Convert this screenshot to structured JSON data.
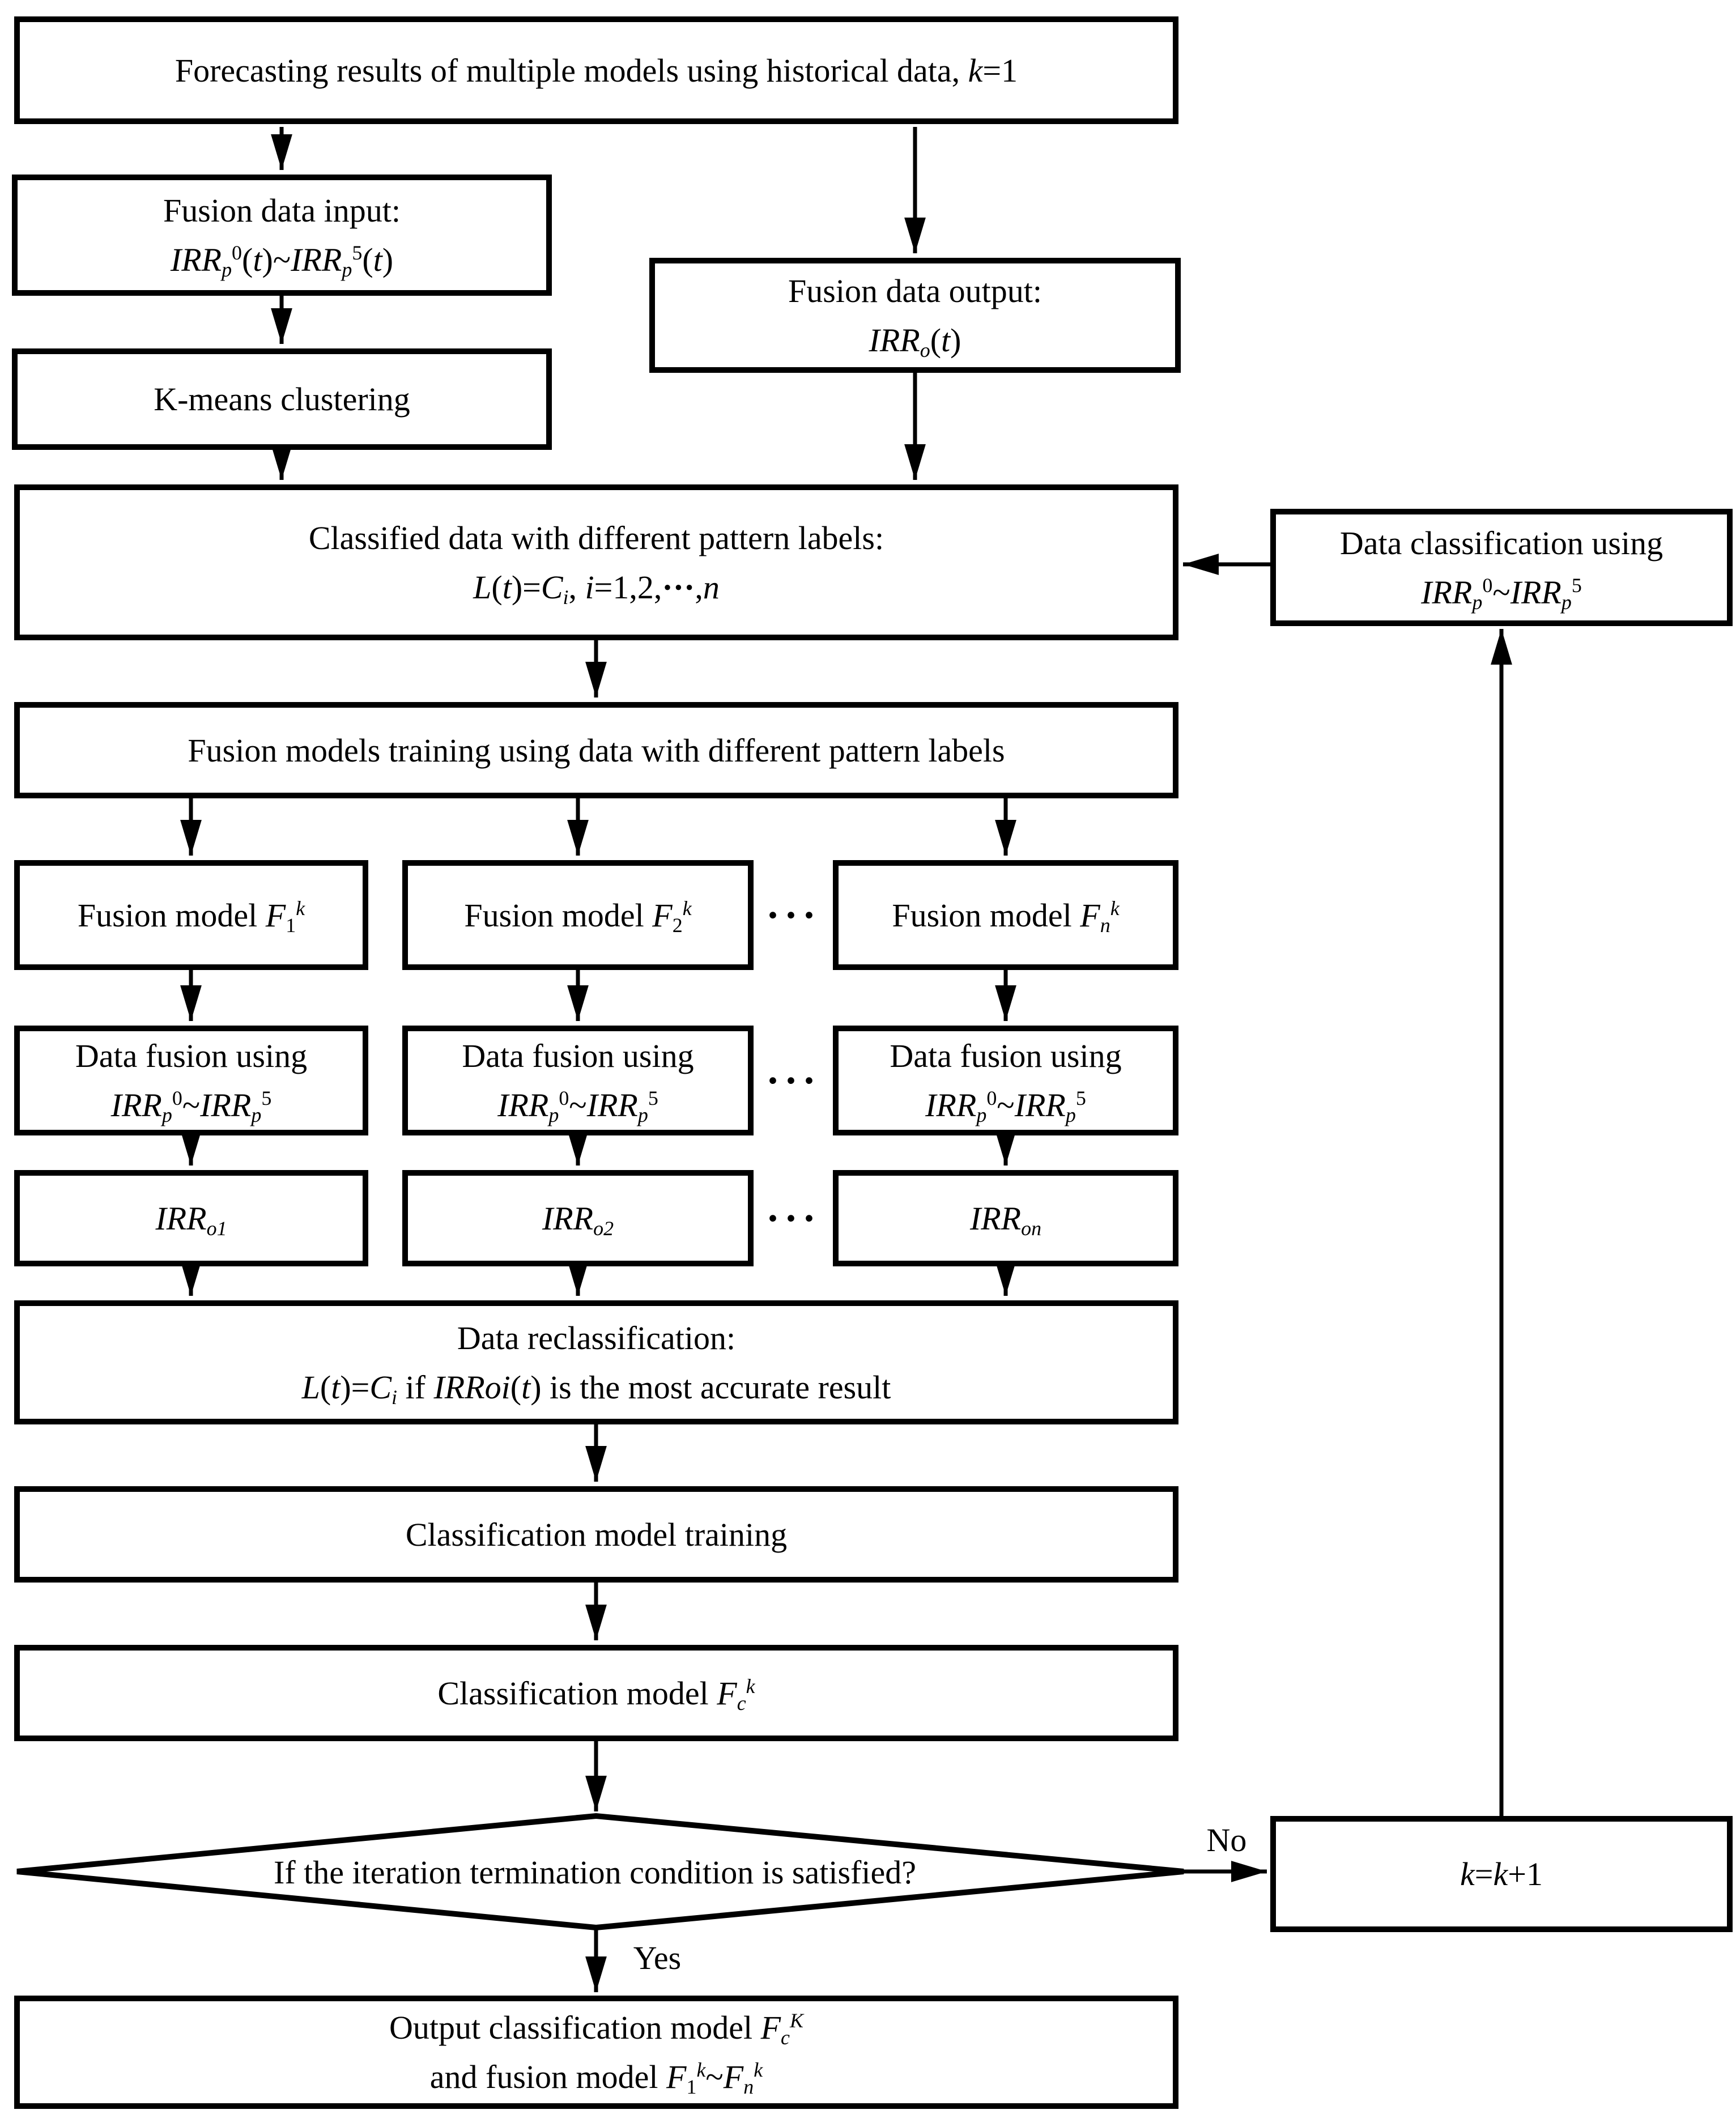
{
  "colors": {
    "line": "#000000",
    "background": "#ffffff"
  },
  "labels": {
    "no": "No",
    "yes": "Yes",
    "ellipsis": "···"
  },
  "nodes": {
    "forecasting": {
      "lines": [
        [
          {
            "t": "Forecasting results of multiple models using historical data, "
          },
          {
            "t": "k",
            "s": "i"
          },
          {
            "t": "=1"
          }
        ]
      ]
    },
    "fusion_input": {
      "lines": [
        [
          {
            "t": "Fusion data input:"
          }
        ],
        [
          {
            "t": "IRR",
            "s": "i"
          },
          {
            "t": "p",
            "s": "i sub"
          },
          {
            "t": "0",
            "s": "sup"
          },
          {
            "t": "("
          },
          {
            "t": "t",
            "s": "i"
          },
          {
            "t": ")~"
          },
          {
            "t": "IRR",
            "s": "i"
          },
          {
            "t": "p",
            "s": "i sub"
          },
          {
            "t": "5",
            "s": "sup"
          },
          {
            "t": "("
          },
          {
            "t": "t",
            "s": "i"
          },
          {
            "t": ")"
          }
        ]
      ]
    },
    "fusion_output": {
      "lines": [
        [
          {
            "t": "Fusion data output:"
          }
        ],
        [
          {
            "t": "IRR",
            "s": "i"
          },
          {
            "t": "o",
            "s": "i sub"
          },
          {
            "t": "("
          },
          {
            "t": "t",
            "s": "i"
          },
          {
            "t": ")"
          }
        ]
      ]
    },
    "kmeans": {
      "lines": [
        [
          {
            "t": "K-means clustering"
          }
        ]
      ]
    },
    "classified": {
      "lines": [
        [
          {
            "t": "Classified data with different pattern labels:"
          }
        ],
        [
          {
            "t": "L",
            "s": "i"
          },
          {
            "t": "("
          },
          {
            "t": "t",
            "s": "i"
          },
          {
            "t": ")="
          },
          {
            "t": "C",
            "s": "i"
          },
          {
            "t": "i",
            "s": "i sub"
          },
          {
            "t": ", "
          },
          {
            "t": "i",
            "s": "i"
          },
          {
            "t": "=1,2,"
          },
          {
            "t": "···",
            "s": "b"
          },
          {
            "t": ","
          },
          {
            "t": "n",
            "s": "i"
          }
        ]
      ]
    },
    "data_classification": {
      "lines": [
        [
          {
            "t": "Data classification using"
          }
        ],
        [
          {
            "t": "IRR",
            "s": "i"
          },
          {
            "t": "p",
            "s": "i sub"
          },
          {
            "t": "0",
            "s": "sup"
          },
          {
            "t": "~"
          },
          {
            "t": "IRR",
            "s": "i"
          },
          {
            "t": "p",
            "s": "i sub"
          },
          {
            "t": "5",
            "s": "sup"
          }
        ]
      ]
    },
    "fusion_training": {
      "lines": [
        [
          {
            "t": "Fusion models training using data with different pattern labels"
          }
        ]
      ]
    },
    "fusion_model_1": {
      "lines": [
        [
          {
            "t": "Fusion model "
          },
          {
            "t": "F",
            "s": "i"
          },
          {
            "t": "1",
            "s": "sub"
          },
          {
            "t": "k",
            "s": "i sup"
          }
        ]
      ]
    },
    "fusion_model_2": {
      "lines": [
        [
          {
            "t": "Fusion model "
          },
          {
            "t": "F",
            "s": "i"
          },
          {
            "t": "2",
            "s": "sub"
          },
          {
            "t": "k",
            "s": "i sup"
          }
        ]
      ]
    },
    "fusion_model_n": {
      "lines": [
        [
          {
            "t": "Fusion model "
          },
          {
            "t": "F",
            "s": "i"
          },
          {
            "t": "n",
            "s": "i sub"
          },
          {
            "t": "k",
            "s": "i sup"
          }
        ]
      ]
    },
    "data_fusion": {
      "lines": [
        [
          {
            "t": "Data fusion using"
          }
        ],
        [
          {
            "t": "IRR",
            "s": "i"
          },
          {
            "t": "p",
            "s": "i sub"
          },
          {
            "t": "0",
            "s": "sup"
          },
          {
            "t": "~"
          },
          {
            "t": "IRR",
            "s": "i"
          },
          {
            "t": "p",
            "s": "i sub"
          },
          {
            "t": "5",
            "s": "sup"
          }
        ]
      ]
    },
    "irr_o1": {
      "lines": [
        [
          {
            "t": "IRR",
            "s": "i"
          },
          {
            "t": "o1",
            "s": "i sub"
          }
        ]
      ]
    },
    "irr_o2": {
      "lines": [
        [
          {
            "t": "IRR",
            "s": "i"
          },
          {
            "t": "o2",
            "s": "i sub"
          }
        ]
      ]
    },
    "irr_on": {
      "lines": [
        [
          {
            "t": "IRR",
            "s": "i"
          },
          {
            "t": "on",
            "s": "i sub"
          }
        ]
      ]
    },
    "reclassification": {
      "lines": [
        [
          {
            "t": "Data reclassification:"
          }
        ],
        [
          {
            "t": "L",
            "s": "i"
          },
          {
            "t": "("
          },
          {
            "t": "t",
            "s": "i"
          },
          {
            "t": ")="
          },
          {
            "t": "C",
            "s": "i"
          },
          {
            "t": "i",
            "s": "i sub"
          },
          {
            "t": " if "
          },
          {
            "t": "IRRoi",
            "s": "i"
          },
          {
            "t": "("
          },
          {
            "t": "t",
            "s": "i"
          },
          {
            "t": ") is the most accurate result"
          }
        ]
      ]
    },
    "classification_training": {
      "lines": [
        [
          {
            "t": "Classification model training"
          }
        ]
      ]
    },
    "classification_model": {
      "lines": [
        [
          {
            "t": "Classification model "
          },
          {
            "t": "F",
            "s": "i"
          },
          {
            "t": "c",
            "s": "i sub"
          },
          {
            "t": "k",
            "s": "i sup"
          }
        ]
      ]
    },
    "decision": {
      "lines": [
        [
          {
            "t": "If the iteration termination condition is satisfied?"
          }
        ]
      ]
    },
    "k_increment": {
      "lines": [
        [
          {
            "t": "k",
            "s": "i"
          },
          {
            "t": "="
          },
          {
            "t": "k",
            "s": "i"
          },
          {
            "t": "+1"
          }
        ]
      ]
    },
    "output": {
      "lines": [
        [
          {
            "t": "Output classification model "
          },
          {
            "t": "F",
            "s": "i"
          },
          {
            "t": "c",
            "s": "i sub"
          },
          {
            "t": "K",
            "s": "i sup"
          }
        ],
        [
          {
            "t": "and fusion model "
          },
          {
            "t": "F",
            "s": "i"
          },
          {
            "t": "1",
            "s": "sub"
          },
          {
            "t": "k",
            "s": "i sup"
          },
          {
            "t": "~"
          },
          {
            "t": "F",
            "s": "i"
          },
          {
            "t": "n",
            "s": "i sub"
          },
          {
            "t": "k",
            "s": "i sup"
          }
        ]
      ]
    }
  }
}
